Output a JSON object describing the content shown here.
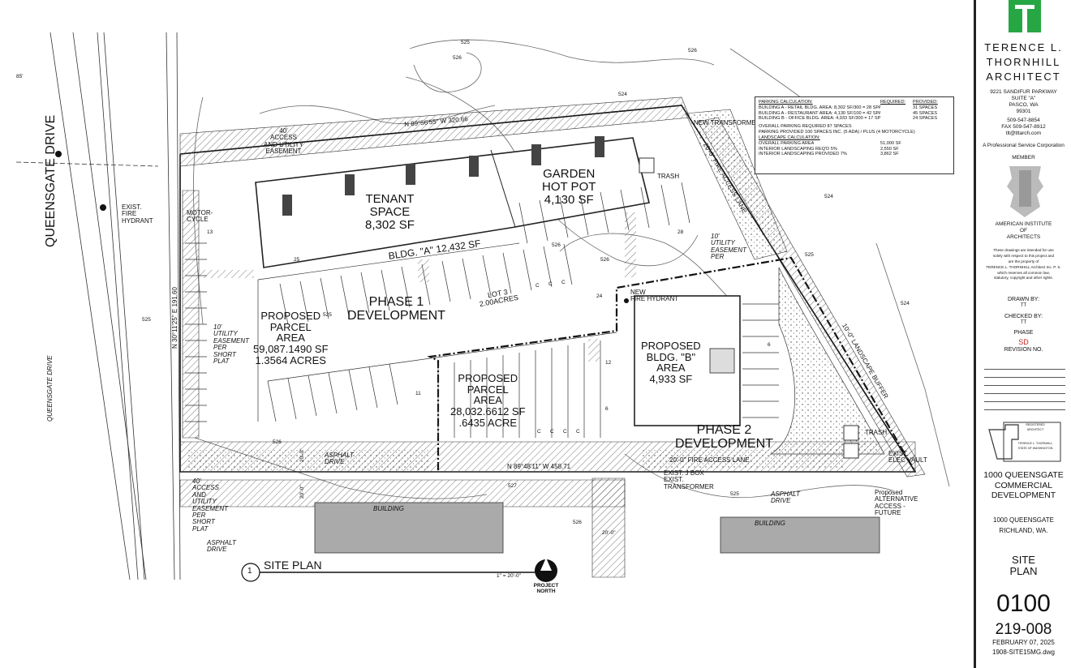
{
  "sheet": {
    "site_plan_label": "SITE PLAN",
    "site_plan_number": "1",
    "scale": "1\" = 20'-0\"",
    "north_label": "PROJECT NORTH"
  },
  "streets": {
    "queensgate_main": "QUEENSGATE DRIVE",
    "queensgate_small": "QUEENSGATE DRIVE"
  },
  "labels": {
    "tenant_space": [
      "TENANT",
      "SPACE",
      "8,302 SF"
    ],
    "garden": [
      "GARDEN",
      "HOT POT",
      "4,130 SF"
    ],
    "bldg_a": "BLDG. \"A\" 12,432 SF",
    "phase1": [
      "PHASE 1",
      "DEVELOPMENT"
    ],
    "lot3": [
      "LOT 3",
      "2.00ACRES"
    ],
    "parcel_a": [
      "PROPOSED",
      "PARCEL",
      "AREA",
      "59,087.1490 SF",
      "1.3564 ACRES"
    ],
    "parcel_b": [
      "PROPOSED",
      "PARCEL",
      "AREA",
      "28,032.6612 SF",
      ".6435 ACRE"
    ],
    "bldg_b": [
      "PROPOSED",
      "BLDG. \"B\"",
      "AREA",
      "4,933 SF"
    ],
    "phase2": [
      "PHASE 2",
      "DEVELOPMENT"
    ],
    "new_transformer": "NEW TRANSFORMER",
    "trash": "TRASH",
    "trash2": "TRASH",
    "new_fire_hydrant": [
      "NEW",
      "FIRE",
      "HYDRANT"
    ],
    "exist_fire_hydrant": [
      "EXIST.",
      "FIRE",
      "HYDRANT"
    ],
    "motorcycle": [
      "MOTOR-",
      "CYCLE"
    ],
    "access_easement_top": [
      "40'",
      "ACCESS",
      "AND",
      "UTILITY",
      "EASEMENT"
    ],
    "access_easement_bottom": [
      "40'",
      "ACCESS",
      "AND",
      "UTILITY",
      "EASEMENT",
      "PER",
      "SHORT",
      "PLAT"
    ],
    "utility_easement_left": [
      "10'",
      "UTILITY",
      "EASEMENT",
      "PER",
      "SHORT",
      "PLAT"
    ],
    "utility_easement_right": [
      "10'",
      "UTILITY",
      "EASEMENT",
      "PER"
    ],
    "fire_access_lane": "20'-0\" FIRE ACCESS LANE",
    "fire_access_lane_diag": "20'-0\" FIRE ACCESS LANE",
    "landscape_buffer": "10'-0\" LANDSCAPE BUFFER",
    "exist_jbox": [
      "EXIST. J BOX",
      "EXIST.",
      "TRANSFORMER"
    ],
    "exist_elec_vault": [
      "EXIST.",
      "ELEC VAULT"
    ],
    "asphalt_drive_1": [
      "ASPHALT",
      "DRIVE"
    ],
    "asphalt_drive_2": [
      "ASPHALT",
      "DRIVE"
    ],
    "asphalt_drive_3": [
      "ASPHALT",
      "DRIVE"
    ],
    "building_1": "BUILDING",
    "building_2": "BUILDING",
    "proposed_alt_access": [
      "Proposed",
      "ALTERNATIVE",
      "ACCESS -",
      "FUTURE"
    ],
    "bearing_top": "N 89°56'55\" W  320.66",
    "bearing_bottom": "N 89°48'11\" W  458.71",
    "bearing_left": "N 30°11'25\" E  191.60",
    "dim_20a": "20'-0\"",
    "dim_20b": "20'-0\"",
    "dim_20c": "20'-0\"",
    "contours": [
      "525",
      "526",
      "526",
      "524",
      "525",
      "526",
      "526",
      "525",
      "526",
      "524",
      "524",
      "525",
      "527",
      "526",
      "525",
      "85'"
    ],
    "stall_counts": [
      "13",
      "24",
      "28",
      "11",
      "6",
      "12",
      "6",
      "25"
    ],
    "compact": [
      "C",
      "C",
      "C",
      "C",
      "C",
      "C",
      "C"
    ]
  },
  "parking_notes": {
    "header": [
      "PARKING CALCULATION:",
      "REQUIRED:",
      "PROVIDED:"
    ],
    "rows": [
      [
        "BUILDING A - RETAIL BLDG. AREA:  8,302 SF/300 =  28 SPACES",
        "",
        "31 SPACES"
      ],
      [
        "BUILDING A - RESTAURANT AREA:  4,130 SF/100 =  42 SPACES",
        "",
        "45 SPACES"
      ],
      [
        "BUILDING B - OFFICE BLDG. AREA:  4,933 SF/300 =  17 SPACES",
        "",
        "24 SPACES"
      ]
    ],
    "overall_required": "OVERALL PARKING REQUIRED  87 SPACES",
    "provided": "PARKING PROVIDED     100 SPACES INC. (5 ADA) / PLUS (4 MOTORCYCLE)",
    "landscape_header": "LANDSCAPE CALCULATION:",
    "landscape_rows": [
      [
        "OVERALL PARKING AREA",
        "51,000 SF"
      ],
      [
        "INTERIOR LANDSCAPING REQ'D 5%",
        "2,550 SF"
      ],
      [
        "INTERIOR LANDSCAPING PROVIDED 7%",
        "3,862 SF"
      ]
    ]
  },
  "title_block": {
    "firm": [
      "TERENCE L.",
      "THORNHILL",
      "ARCHITECT"
    ],
    "address": [
      "9221 SANDIFUR PARKWAY",
      "SUITE \"A\"",
      "PASCO, WA",
      "99301"
    ],
    "phone": "509-547-8854",
    "fax": "FAX 509-547-8912",
    "email": "tlt@tltarch.com",
    "corp": "A Professional Service Corporation",
    "member": "MEMBER",
    "aia": [
      "AMERICAN INSTITUTE",
      "OF",
      "ARCHITECTS"
    ],
    "disclaimer": [
      "These drawings are intended for use",
      "solely with respect to this project and",
      "are the property of",
      "TERENCE L. THORNHILL Architect Inc. P. S.",
      "which reserves all common law,",
      "statutory, copyright and other rights."
    ],
    "drawn_by_label": "DRAWN BY:",
    "drawn_by": "TT",
    "checked_by_label": "CHECKED BY:",
    "checked_by": "TT",
    "phase_label": "PHASE",
    "phase": "SD",
    "revision_label": "REVISION NO.",
    "stamp": [
      "REGISTERED",
      "ARCHITECT",
      "TERENCE L. THORNHILL",
      "STATE OF WASHINGTON"
    ],
    "project": [
      "1000 QUEENSGATE",
      "COMMERCIAL",
      "DEVELOPMENT"
    ],
    "project_address": [
      "1000 QUEENSGATE",
      "RICHLAND, WA."
    ],
    "sheet_title": [
      "SITE",
      "PLAN"
    ],
    "sheet_number": "0100",
    "job_number": "219-008",
    "date": "FEBRUARY 07, 2025",
    "file": "1908-SITE15MG.dwg",
    "accent": "#27a744",
    "phase_color": "#cc2222"
  }
}
